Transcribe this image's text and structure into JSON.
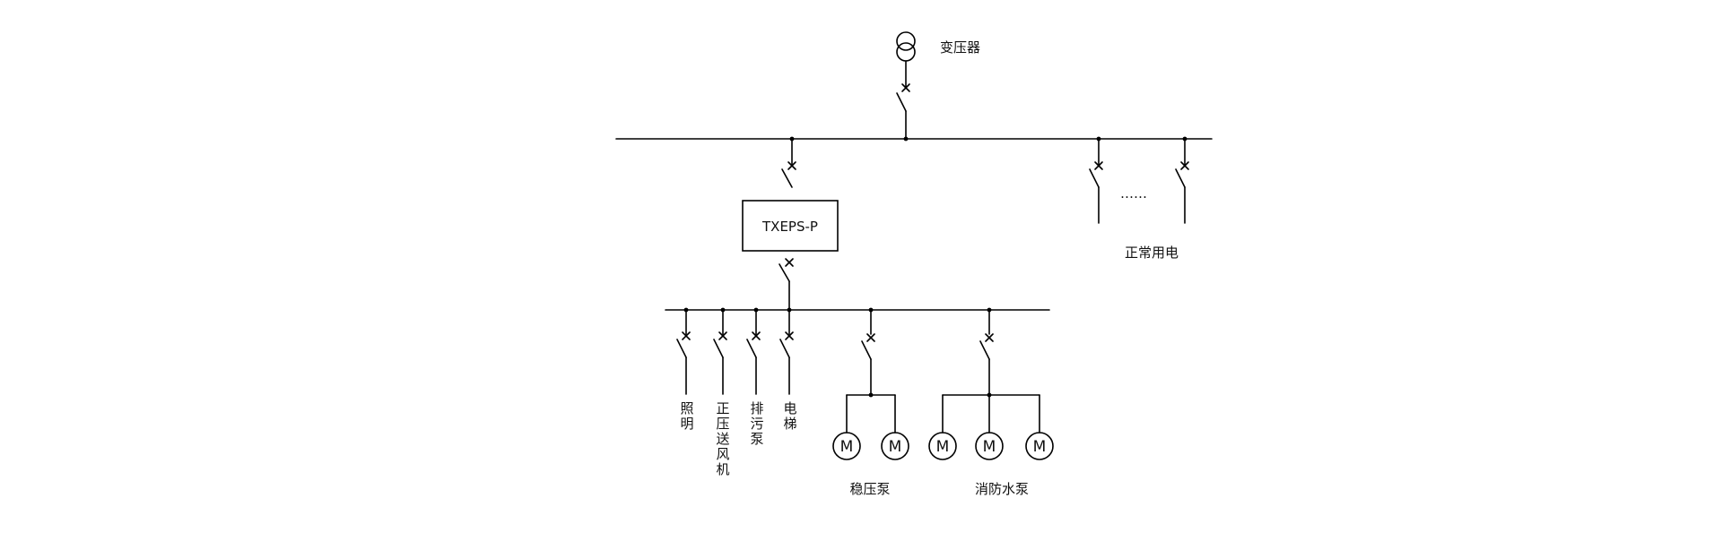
{
  "colors": {
    "line": "#000000",
    "text": "#111111",
    "background": "#ffffff"
  },
  "labels": {
    "transformer": "变压器",
    "eps_box": "TXEPS-P",
    "ellipsis": "……",
    "normal_power": "正常用电",
    "regulator_pump": "稳压泵",
    "fire_pump": "消防水泵",
    "motor": "M"
  },
  "feeders": {
    "lighting": [
      "照",
      "明"
    ],
    "pressure_fan": [
      "正",
      "压",
      "送",
      "风",
      "机"
    ],
    "sewage_pump": [
      "排",
      "污",
      "泵"
    ],
    "elevator": [
      "电",
      "梯"
    ]
  }
}
